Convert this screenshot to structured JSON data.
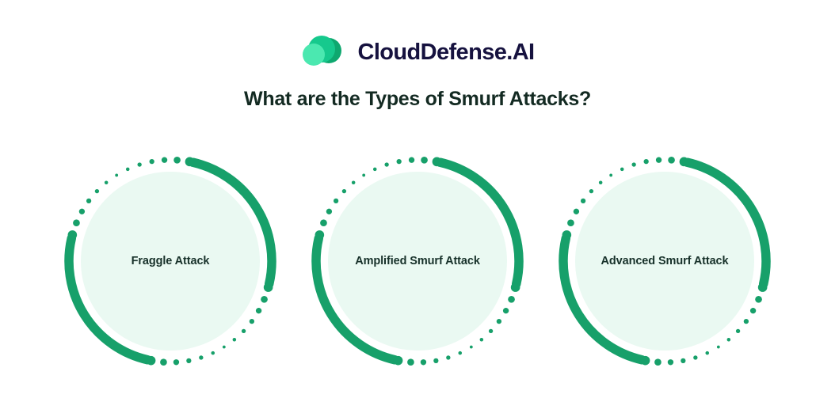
{
  "brand": {
    "logo_icon": "cloud-three-circles-icon",
    "name": "CloudDefense.AI",
    "name_color": "#16123f",
    "mark_colors": {
      "light": "#4BE8B0",
      "mid": "#16C98D",
      "dark": "#0EA86F"
    }
  },
  "header": {
    "title": "What are the Types of Smurf Attacks?",
    "title_color": "#132a22"
  },
  "theme": {
    "background": "#ffffff",
    "accent_green": "#17a06a",
    "circle_fill": "#eaf9f2",
    "label_color": "#17312a"
  },
  "cards": [
    {
      "label": "Fraggle Attack",
      "ring_icon": "dotted-arc-ring-icon"
    },
    {
      "label": "Amplified Smurf Attack",
      "ring_icon": "dotted-arc-ring-icon"
    },
    {
      "label": "Advanced Smurf Attack",
      "ring_icon": "dotted-arc-ring-icon"
    }
  ]
}
